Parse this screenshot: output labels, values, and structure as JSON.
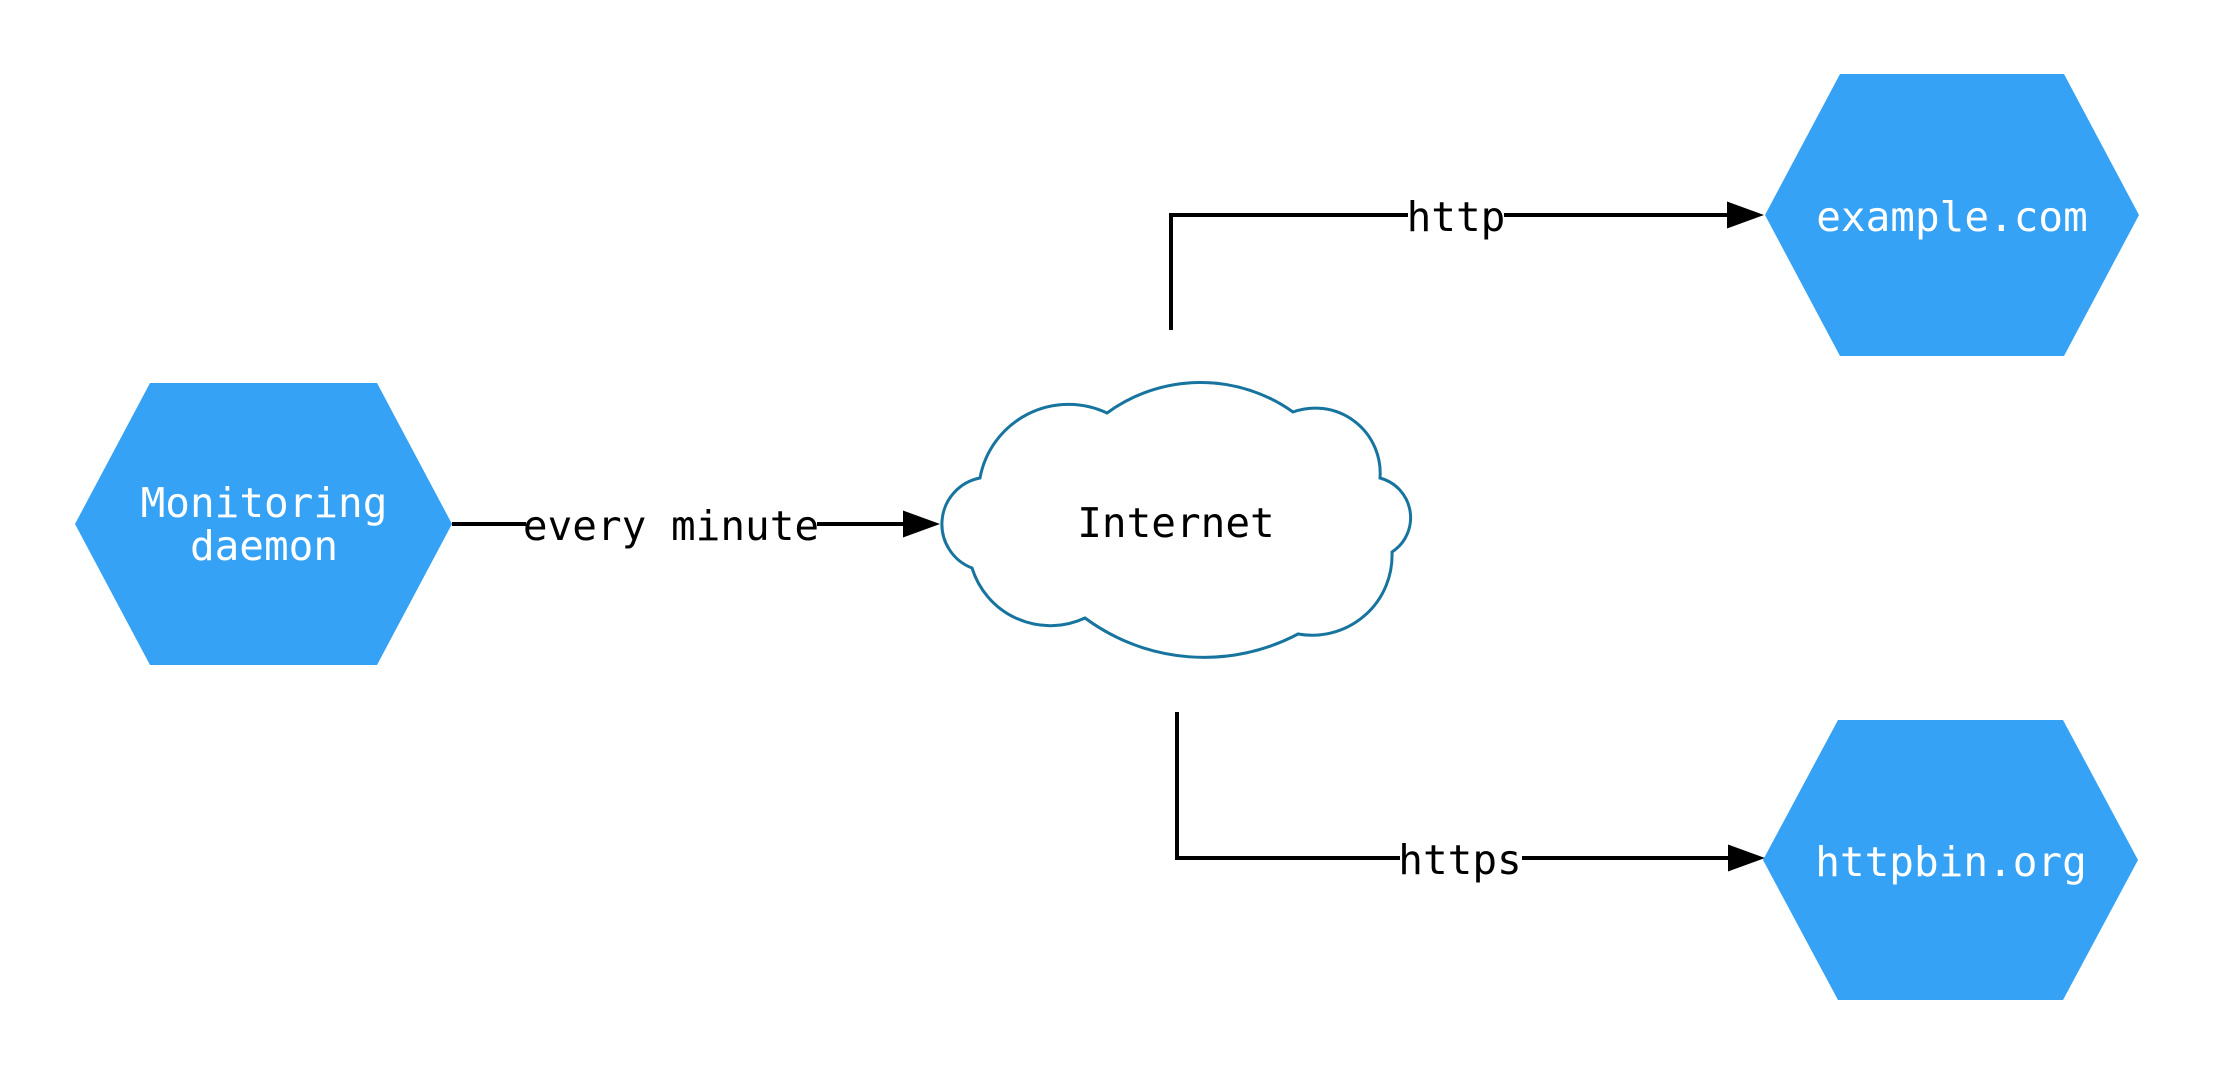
{
  "diagram": {
    "colors": {
      "background": "#ffffff",
      "node_fill": "#36a2f5",
      "node_text": "#ffffff",
      "edge": "#000000",
      "edge_label_text": "#000000",
      "cloud_stroke": "#16749e",
      "cloud_fill": "#ffffff"
    },
    "nodes": {
      "monitoring_daemon": {
        "type": "hexagon",
        "label": "Monitoring daemon",
        "label_lines": [
          "Monitoring",
          "daemon"
        ]
      },
      "internet": {
        "type": "cloud",
        "label": "Internet"
      },
      "example_com": {
        "type": "hexagon",
        "label": "example.com"
      },
      "httpbin_org": {
        "type": "hexagon",
        "label": "httpbin.org"
      }
    },
    "edges": [
      {
        "from": "Monitoring daemon",
        "to": "Internet",
        "label": "every minute"
      },
      {
        "from": "Internet",
        "to": "example.com",
        "label": "http"
      },
      {
        "from": "Internet",
        "to": "httpbin.org",
        "label": "https"
      }
    ]
  }
}
